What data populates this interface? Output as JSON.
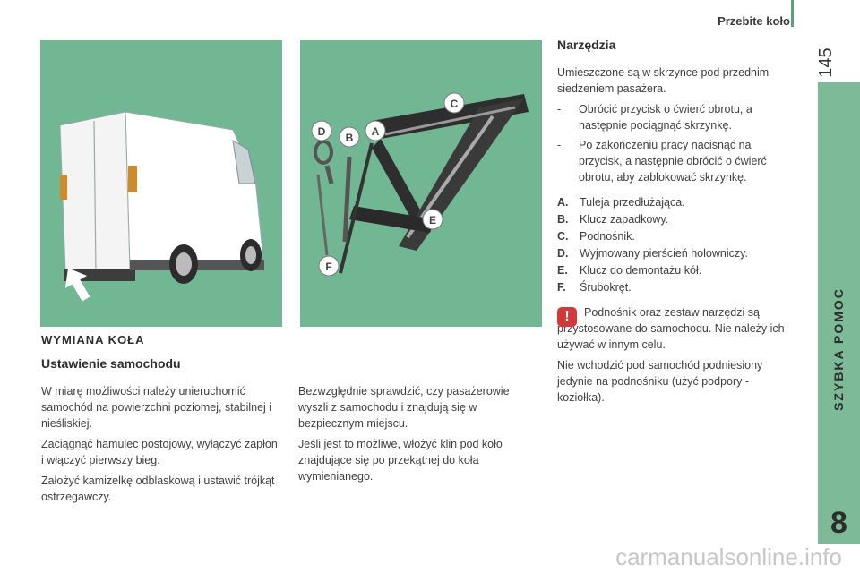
{
  "header": {
    "title": "Przebite koło",
    "page_number": "145"
  },
  "side_tab": {
    "label": "SZYBKA POMOC",
    "chapter": "8"
  },
  "tool_callouts": [
    "A",
    "B",
    "C",
    "D",
    "E",
    "F"
  ],
  "left": {
    "section_title": "WYMIANA KOŁA",
    "subsection_title": "Ustawienie samochodu",
    "paragraphs": [
      "W miarę możliwości należy unieruchomić samochód na powierzchni poziomej, stabilnej i nieśliskiej.",
      "Zaciągnąć hamulec postojowy, wyłączyć zapłon i włączyć pierwszy bieg.",
      "Założyć kamizelkę odblaskową i ustawić trójkąt ostrzegawczy."
    ]
  },
  "middle": {
    "paragraphs": [
      "Bezwzględnie sprawdzić, czy pasażerowie wyszli z samochodu i znajdują się w bezpiecznym miejscu.",
      "Jeśli jest to możliwe, włożyć klin pod koło znajdujące się po przekątnej do koła wymienianego."
    ]
  },
  "right": {
    "title": "Narzędzia",
    "intro": "Umieszczone są w skrzynce pod przednim siedzeniem pasażera.",
    "bullets": [
      {
        "dash": "-",
        "text": "Obrócić przycisk o ćwierć obrotu, a następnie pociągnąć skrzynkę."
      },
      {
        "dash": "-",
        "text": "Po zakończeniu pracy nacisnąć na przycisk, a następnie obrócić o ćwierć obrotu, aby zablokować skrzynkę."
      }
    ],
    "legend": [
      {
        "letter": "A.",
        "text": "Tuleja przedłużająca."
      },
      {
        "letter": "B.",
        "text": "Klucz zapadkowy."
      },
      {
        "letter": "C.",
        "text": "Podnośnik."
      },
      {
        "letter": "D.",
        "text": "Wyjmowany pierścień holowniczy."
      },
      {
        "letter": "E.",
        "text": "Klucz do demontażu kół."
      },
      {
        "letter": "F.",
        "text": "Śrubokręt."
      }
    ],
    "warning_icon": "!",
    "warning_text": "Podnośnik oraz zestaw narzędzi są przystosowane do samochodu. Nie należy ich używać w innym celu.",
    "note": "Nie wchodzić pod samochód podniesiony jedynie na podnośniku (użyć podpory - koziołka)."
  },
  "watermark": "carmanualsonline.info",
  "colors": {
    "accent_green": "#7dbb98",
    "image_bg": "#72b793",
    "warning_red": "#d23a3a"
  }
}
